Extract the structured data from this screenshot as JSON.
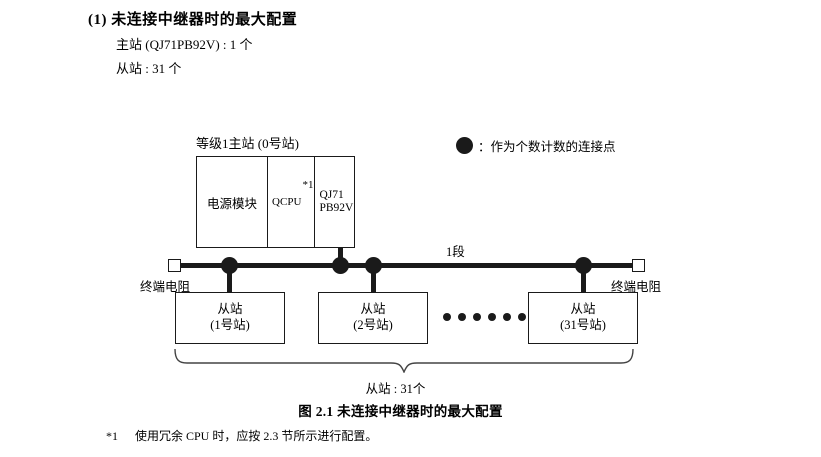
{
  "heading": {
    "title": "(1) 未连接中继器时的最大配置",
    "spec_master": "主站 (QJ71PB92V) : 1 个",
    "spec_slave": "从站 : 31 个"
  },
  "legend": {
    "symbol": "filled-circle",
    "text": "：作为个数计数的连接点"
  },
  "diagram": {
    "master": {
      "label": "等级1主站 (0号站)",
      "cells": [
        {
          "name": "power-module",
          "text": "电源模块"
        },
        {
          "name": "qcpu",
          "text": "QCPU",
          "footnote_marker": "*1"
        },
        {
          "name": "pb92v",
          "line1": "QJ71",
          "line2": "PB92V"
        }
      ]
    },
    "bus": {
      "segment_label": "1段",
      "terminator_left_label": "终端电阻",
      "terminator_right_label": "终端电阻",
      "node_count": 4
    },
    "slaves": [
      {
        "line1": "从站",
        "line2": "(1号站)"
      },
      {
        "line1": "从站",
        "line2": "(2号站)"
      },
      {
        "line1": "从站",
        "line2": "(31号站)"
      }
    ],
    "ellipsis_dot_count": 6,
    "brace_label": "从站 : 31个"
  },
  "figure": {
    "caption": "图 2.1  未连接中继器时的最大配置",
    "footnote_marker": "*1",
    "footnote_text": "使用冗余 CPU 时，应按 2.3 节所示进行配置。"
  },
  "colors": {
    "ink": "#1a1a1a",
    "background": "#ffffff"
  }
}
